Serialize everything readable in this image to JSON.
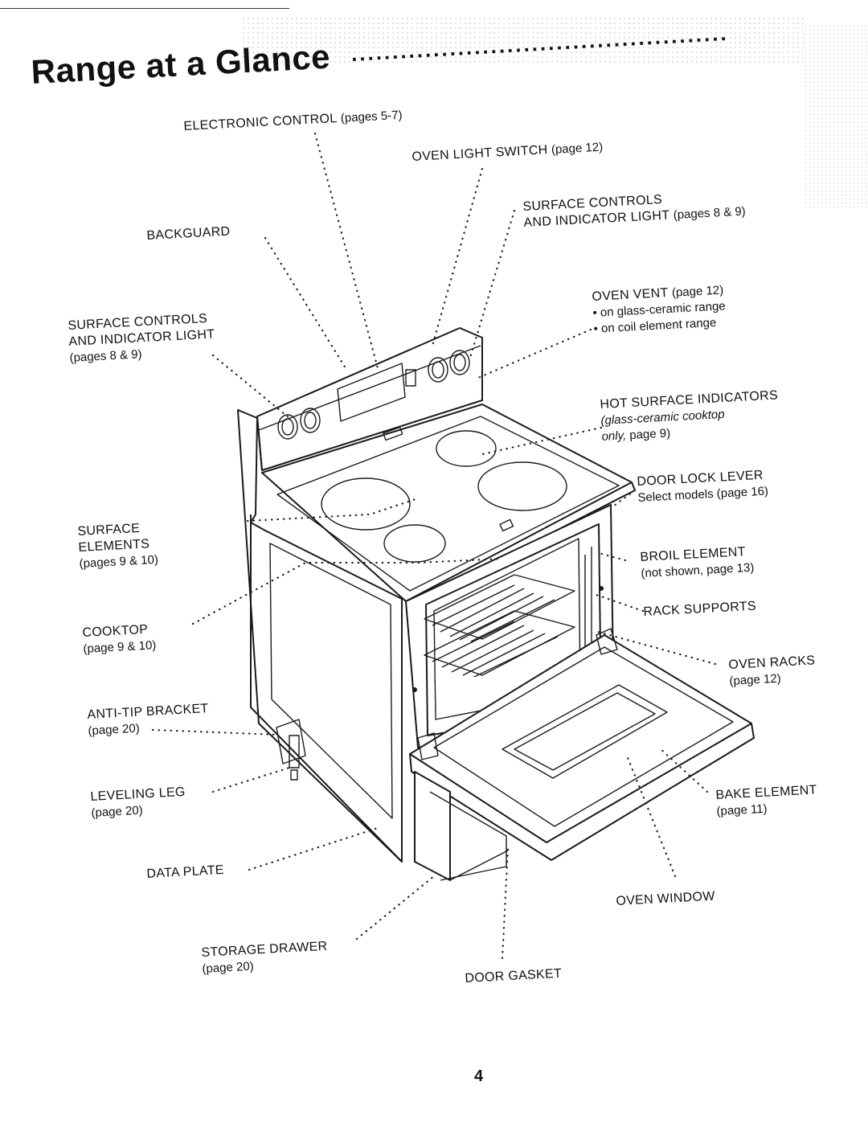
{
  "title": "Range at a Glance",
  "title_dots": "..............................................",
  "page_number": "4",
  "labels": {
    "electronic_control": {
      "name": "ELECTRONIC CONTROL",
      "ref": "(pages 5-7)"
    },
    "oven_light_switch": {
      "name": "OVEN LIGHT SWITCH",
      "ref": "(page 12)"
    },
    "surface_controls_right": {
      "line1": "SURFACE CONTROLS",
      "line2": "AND INDICATOR LIGHT",
      "ref": "(pages 8 & 9)"
    },
    "backguard": {
      "name": "BACKGUARD"
    },
    "oven_vent": {
      "name": "OVEN VENT",
      "ref": "(page 12)",
      "note1": "• on glass-ceramic range",
      "note2": "• on coil element range"
    },
    "surface_controls_left": {
      "line1": "SURFACE CONTROLS",
      "line2": "AND INDICATOR LIGHT",
      "ref": "(pages 8 & 9)"
    },
    "hot_surface_indicators": {
      "name": "HOT SURFACE INDICATORS",
      "note1": "(glass-ceramic cooktop",
      "note2_italic": "only,",
      "note2_rest": " page 9)"
    },
    "door_lock_lever": {
      "name": "DOOR LOCK LEVER",
      "note": "Select models (page 16)"
    },
    "surface_elements": {
      "line1": "SURFACE",
      "line2": "ELEMENTS",
      "ref": "(pages 9 & 10)"
    },
    "broil_element": {
      "name": "BROIL ELEMENT",
      "note": "(not shown, page 13)"
    },
    "rack_supports": {
      "name": "RACK SUPPORTS"
    },
    "cooktop": {
      "name": "COOKTOP",
      "ref": "(page 9 & 10)"
    },
    "oven_racks": {
      "name": "OVEN RACKS",
      "ref": "(page 12)"
    },
    "anti_tip_bracket": {
      "name": "ANTI-TIP BRACKET",
      "ref": "(page 20)"
    },
    "bake_element": {
      "name": "BAKE ELEMENT",
      "ref": "(page 11)"
    },
    "leveling_leg": {
      "name": "LEVELING LEG",
      "ref": "(page 20)"
    },
    "data_plate": {
      "name": "DATA PLATE"
    },
    "oven_window": {
      "name": "OVEN WINDOW"
    },
    "storage_drawer": {
      "name": "STORAGE DRAWER",
      "ref": "(page 20)"
    },
    "door_gasket": {
      "name": "DOOR GASKET"
    }
  }
}
